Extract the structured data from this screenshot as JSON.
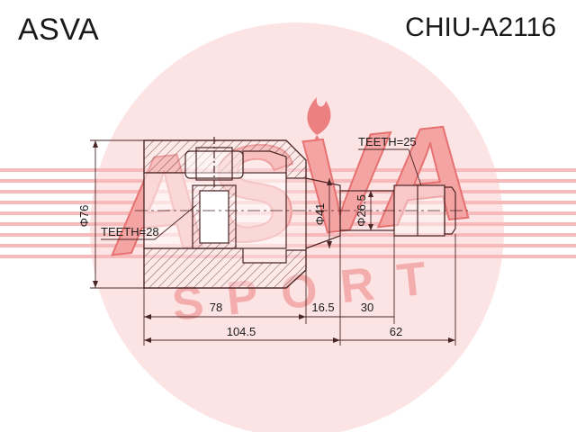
{
  "header": {
    "brand": "ASVA",
    "part_number": "CHIU-A2116"
  },
  "watermark": {
    "logo_text": "ASVA",
    "sub_text": "SPORT",
    "color": "#e9242a"
  },
  "drawing": {
    "line_color": "#4a2525",
    "labels": {
      "teeth_inner": "TEETH=28",
      "teeth_outer": "TEETH=25",
      "dia_body": "Φ76",
      "dia_neck": "Φ41",
      "dia_shaft": "Φ26.5"
    },
    "dimensions": {
      "body_length": "78",
      "neck_length": "16.5",
      "shaft_length": "30",
      "total_left": "104.5",
      "total_right": "62"
    }
  }
}
